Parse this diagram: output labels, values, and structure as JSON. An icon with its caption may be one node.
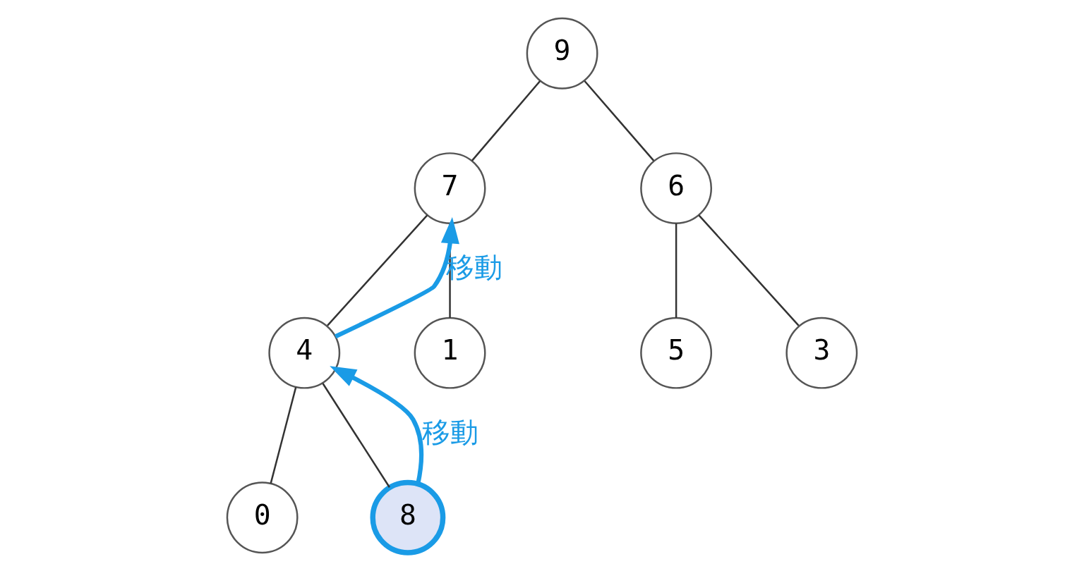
{
  "diagram": {
    "nodes": [
      {
        "text": [
          "9"
        ]
      },
      {
        "text": [
          "7"
        ]
      },
      {
        "text": [
          "6"
        ]
      },
      {
        "text": [
          "4"
        ]
      },
      {
        "text": [
          "1"
        ]
      },
      {
        "text": [
          "5"
        ]
      },
      {
        "text": [
          "3"
        ]
      },
      {
        "text": [
          "0"
        ]
      },
      {
        "text": [
          "8"
        ]
      }
    ],
    "edges": [
      {
        "from": 0,
        "to": 1,
        "arrow": "none"
      },
      {
        "from": 0,
        "to": 2,
        "arrow": "none"
      },
      {
        "from": 1,
        "to": 3,
        "arrow": "none"
      },
      {
        "from": 1,
        "to": 4,
        "arrow": "none"
      },
      {
        "from": 2,
        "to": 5,
        "arrow": "none"
      },
      {
        "from": 2,
        "to": 6,
        "arrow": "none"
      },
      {
        "from": 3,
        "to": 7,
        "arrow": "none"
      },
      {
        "from": 3,
        "to": 8,
        "arrow": "none"
      },
      {
        "from": 8,
        "to": 3,
        "arrow": "to",
        "label": "移動",
        "color": "#1a9be6",
        "style": "thick"
      },
      {
        "from": 3,
        "to": 1,
        "arrow": "to",
        "label": "移動",
        "color": "#1a9be6",
        "style": "thick"
      }
    ]
  }
}
